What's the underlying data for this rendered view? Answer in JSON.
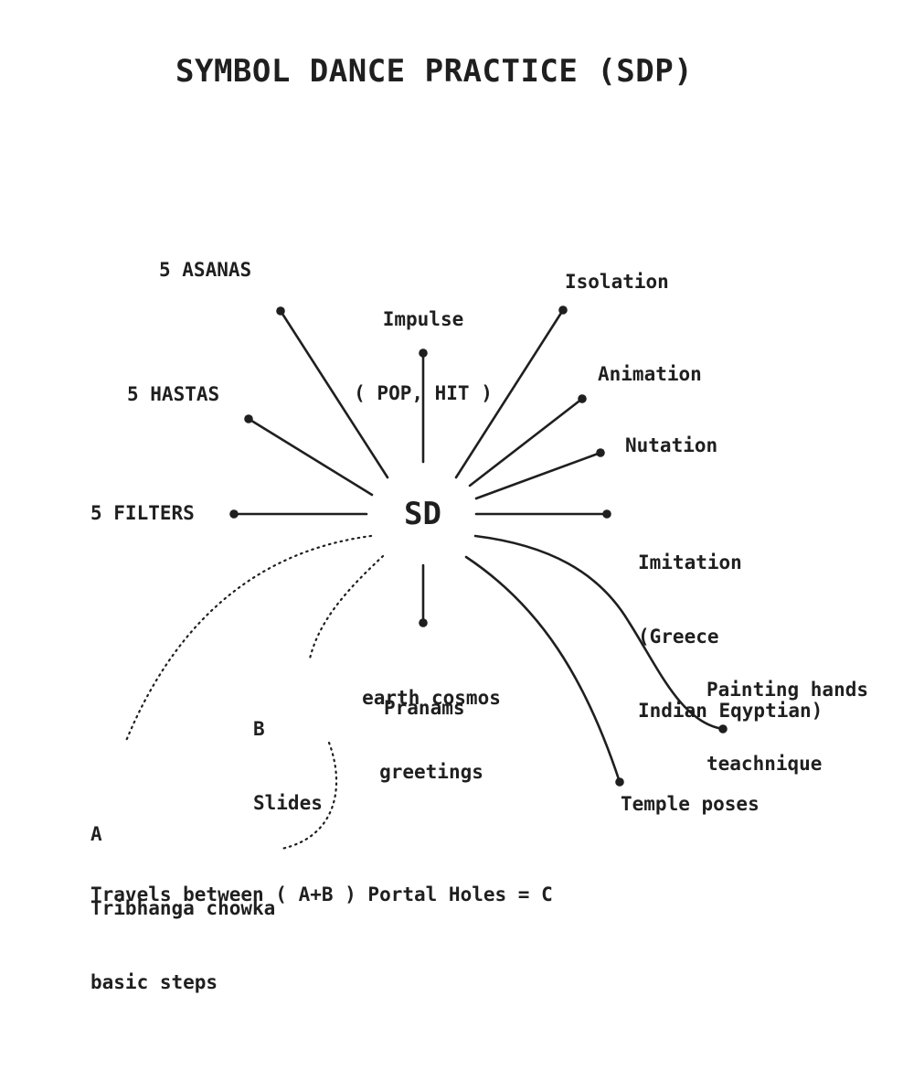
{
  "title": "SYMBOL DANCE PRACTICE (SDP)",
  "center": "SD",
  "colors": {
    "ink": "#1f1f1f",
    "background": "#ffffff"
  },
  "nodes": {
    "asanas": "5 ASANAS",
    "impulse": [
      "Impulse",
      "( POP, HIT )"
    ],
    "isolation": "Isolation",
    "hastas": "5 HASTAS",
    "animation": "Animation",
    "nutation": "Nutation",
    "filters": "5 FILTERS",
    "imitation": [
      "Imitation",
      "(Greece",
      "Indian Eqyptian)"
    ],
    "painting": [
      "Painting hands",
      "teachnique"
    ],
    "earth": [
      "earth cosmos",
      "greetings"
    ],
    "pranams": "Pranams",
    "slides": [
      "B",
      "Slides"
    ],
    "tribhanga": [
      "A",
      "Tribhanga chowka",
      "basic steps"
    ],
    "temple": "Temple poses"
  },
  "footer": "Travels between ( A+B ) Portal Holes = C"
}
